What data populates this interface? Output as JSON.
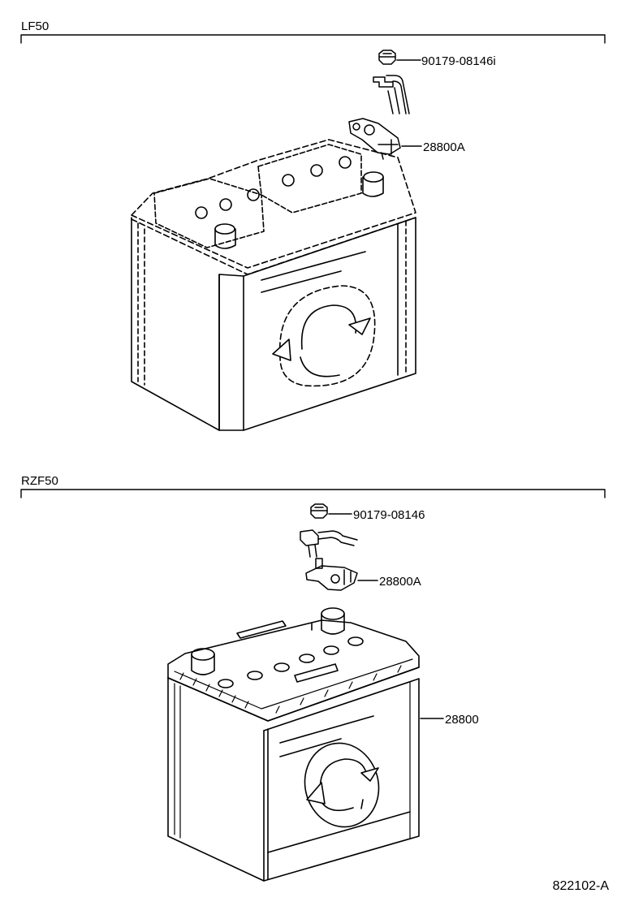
{
  "sections": [
    {
      "id": "lf50",
      "title": "LF50",
      "callouts": [
        {
          "label": "90179-08146i",
          "part": "nut"
        },
        {
          "label": "28800A",
          "part": "terminal-clamp"
        }
      ]
    },
    {
      "id": "rzf50",
      "title": "RZF50",
      "callouts": [
        {
          "label": "90179-08146",
          "part": "nut"
        },
        {
          "label": "28800A",
          "part": "terminal-clamp"
        },
        {
          "label": "28800",
          "part": "battery"
        }
      ]
    }
  ],
  "figure_code": "822102-A"
}
